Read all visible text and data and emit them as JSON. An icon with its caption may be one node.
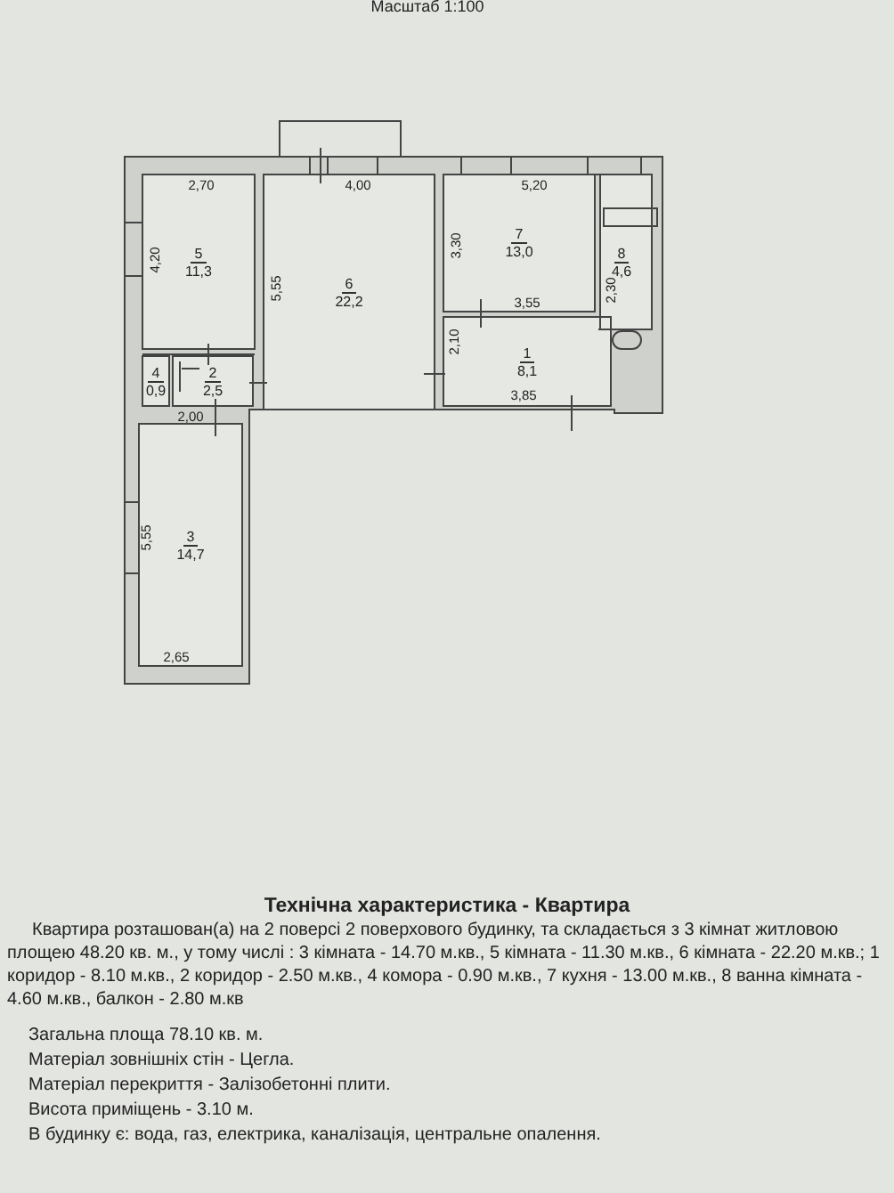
{
  "diagram": {
    "title": "Технічна характеристика - Квартира",
    "nodes": [
      {
        "text": [
          "5",
          "11,3"
        ]
      },
      {
        "text": [
          "6",
          "22,2"
        ]
      },
      {
        "text": [
          "7",
          "13,0"
        ]
      },
      {
        "text": [
          "8",
          "4,6"
        ]
      },
      {
        "text": [
          "1",
          "8,1"
        ]
      },
      {
        "text": [
          "4",
          "0,9"
        ]
      },
      {
        "text": [
          "2",
          "2,5"
        ]
      },
      {
        "text": [
          "3",
          "14,7"
        ]
      }
    ],
    "labels": [
      "Масштаб 1:100",
      "2,70",
      "4,00",
      "5,20",
      "4,20",
      "5,55",
      "3,30",
      "2,30",
      "3,55",
      "2,10",
      "3,85",
      "2,00",
      "5,55",
      "2,65",
      "Квартира розташован(а) на 2 поверсі 2 поверхового будинку, та складається з 3 кімнат житловою площею 48.20 кв. м., у тому числі : 3 кімната - 14.70 м.кв., 5 кімната - 11.30 м.кв., 6 кімната - 22.20 м.кв.; 1 коридор - 8.10 м.кв., 2 коридор - 2.50 м.кв., 4 комора - 0.90 м.кв., 7 кухня - 13.00 м.кв., 8 ванна кімната - 4.60 м.кв., балкон - 2.80 м.кв",
      "Загальна площа 78.10 кв. м.",
      "Матеріал зовнішніх стін - Цегла.",
      "Матеріал перекриття - Залізобетонні плити.",
      "Висота приміщень - 3.10 м.",
      "В будинку є: вода, газ, електрика, каналізація, центральне опалення."
    ]
  }
}
